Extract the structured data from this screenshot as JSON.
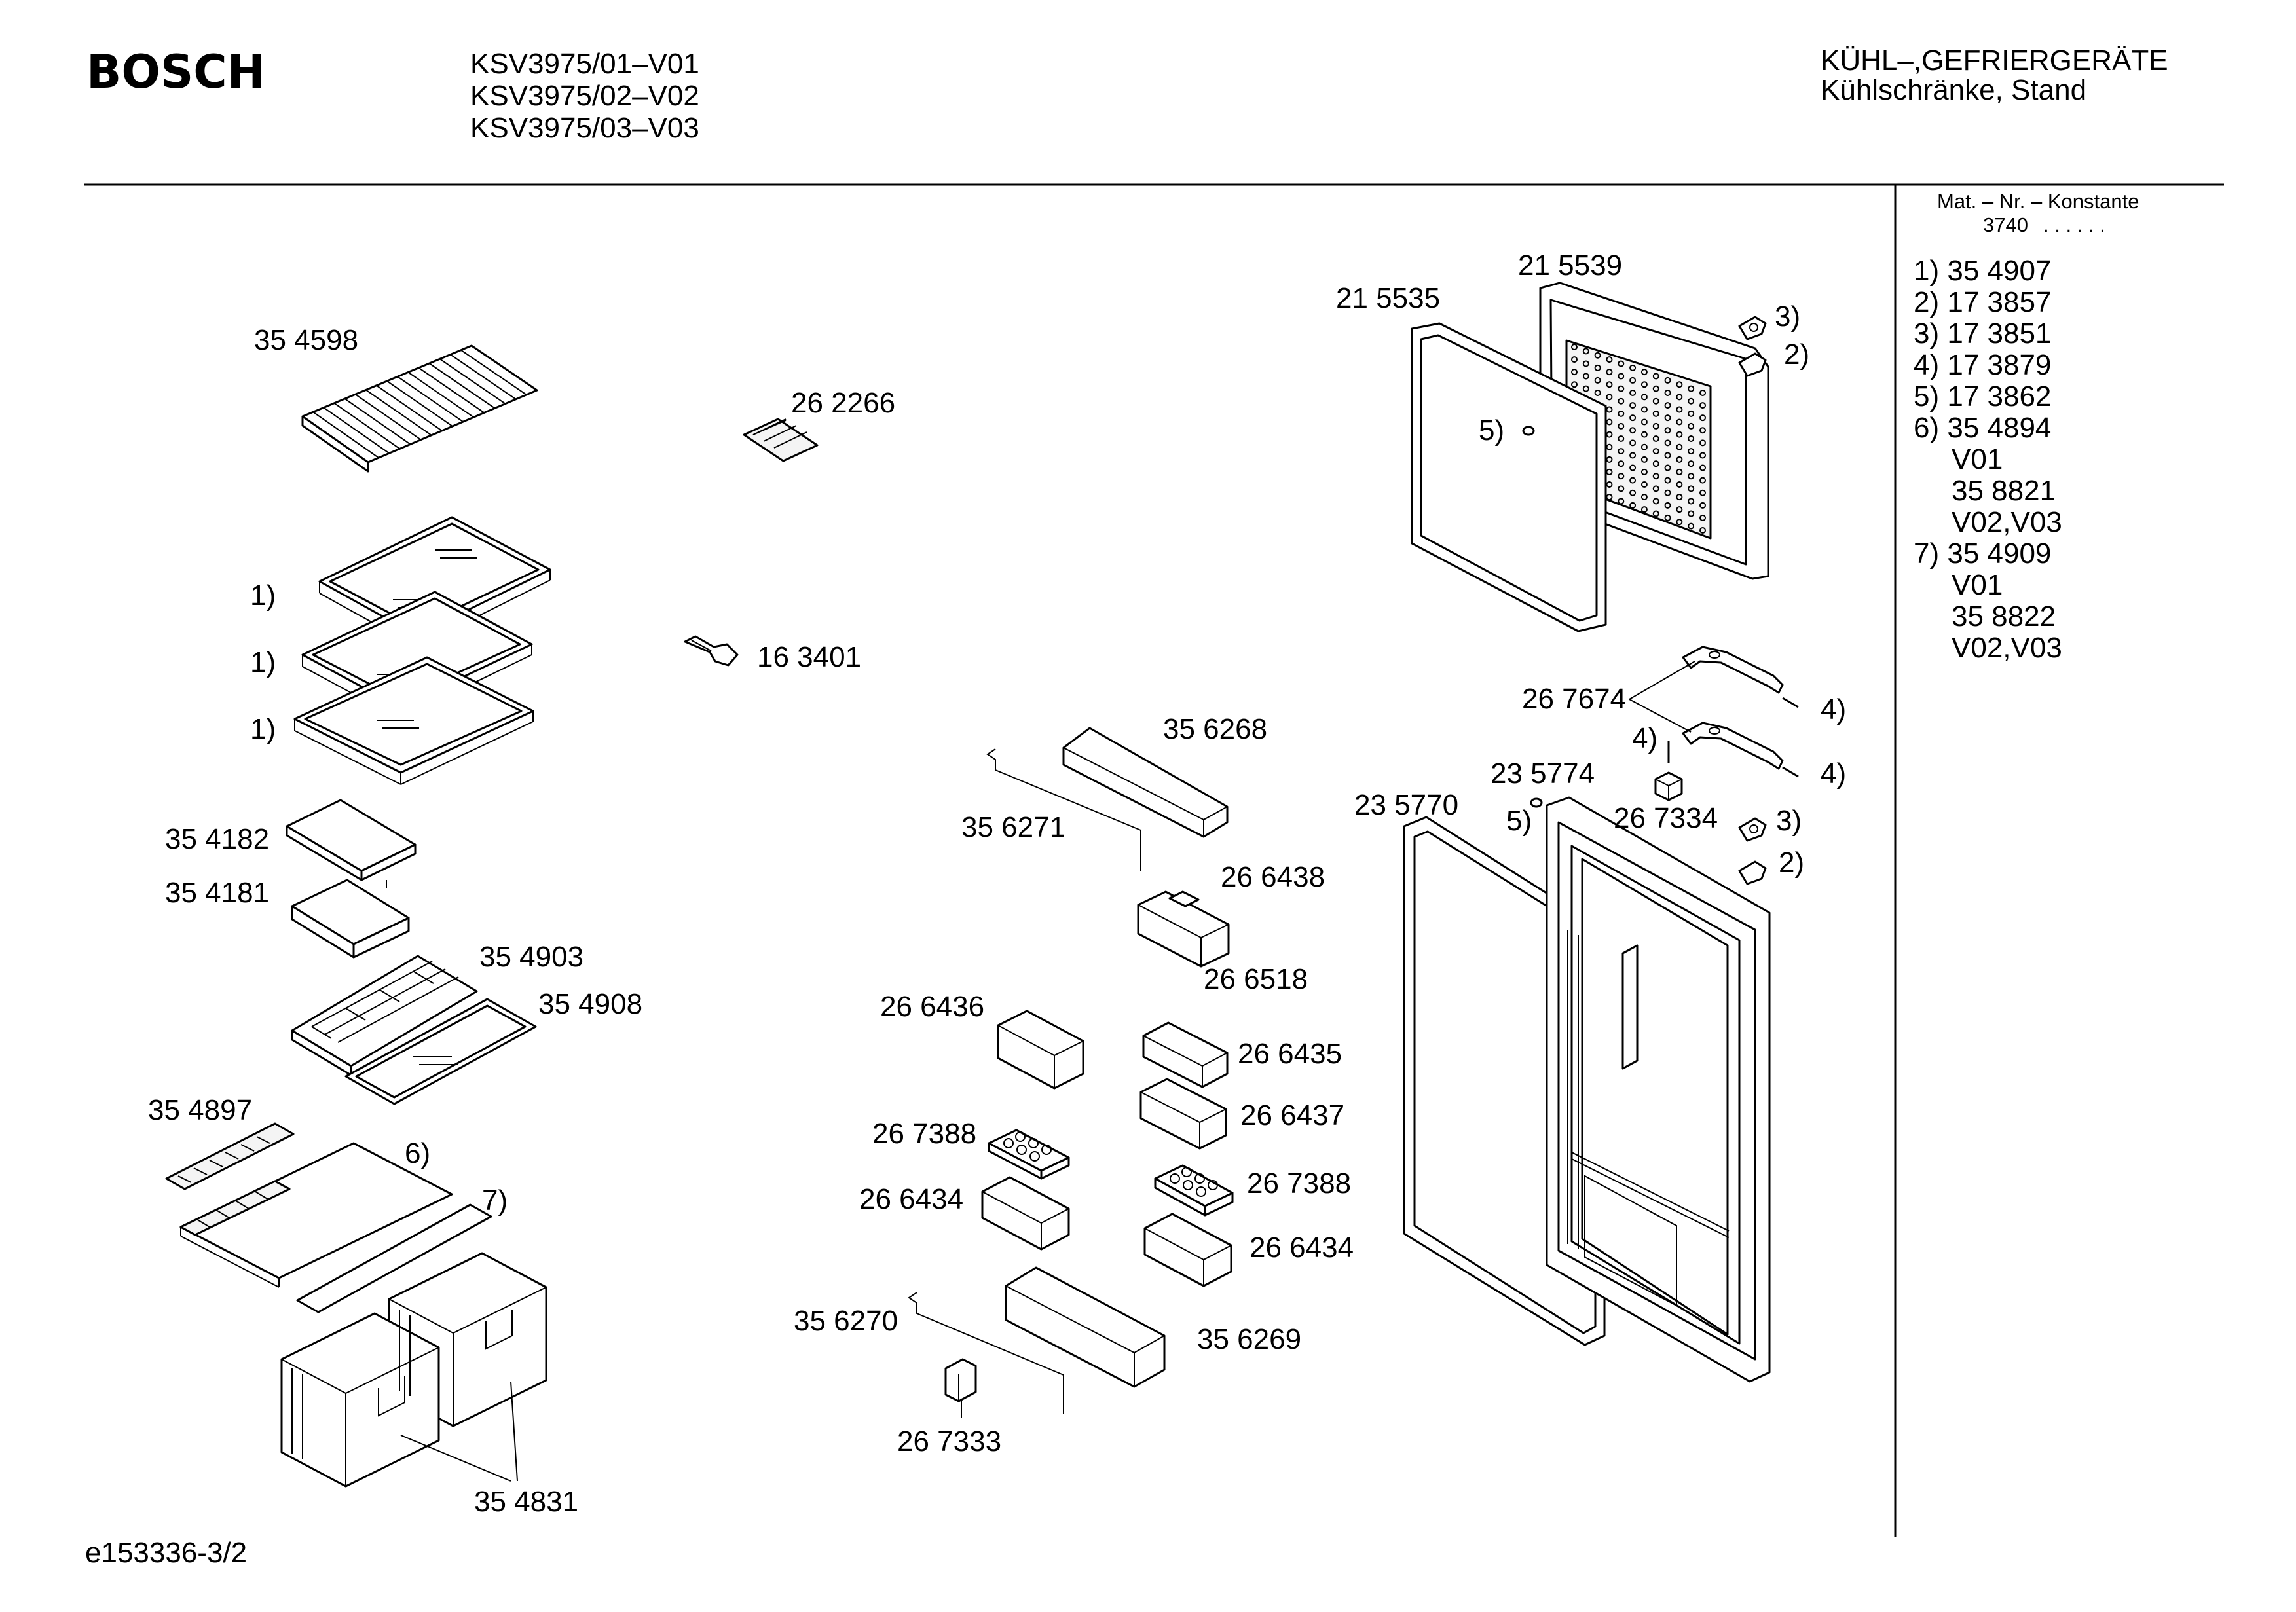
{
  "header": {
    "brand": "BOSCH",
    "models": [
      "KSV3975/01–V01",
      "KSV3975/02–V02",
      "KSV3975/03–V03"
    ],
    "category": "KÜHL–,GEFRIERGERÄTE",
    "subcategory": "Kühlschränke, Stand"
  },
  "legend": {
    "mat_title": "Mat. – Nr. – Konstante",
    "mat_value": "3740",
    "entries": [
      "1) 35 4907",
      "2) 17 3857",
      "3) 17 3851",
      "4) 17 3879",
      "5) 17 3862",
      "6) 35 4894",
      "V01",
      "35 8821",
      "V02,V03",
      "7) 35 4909",
      "V01",
      "35 8822",
      "V02,V03"
    ]
  },
  "labels": {
    "p354598": "35 4598",
    "p262266": "26 2266",
    "ref1a": "1)",
    "ref1b": "1)",
    "ref1c": "1)",
    "p163401": "16 3401",
    "p354182": "35 4182",
    "p354181": "35 4181",
    "p354903": "35 4903",
    "p354908": "35 4908",
    "p354897": "35 4897",
    "ref6": "6)",
    "ref7": "7)",
    "p354831": "35 4831",
    "p356268": "35 6268",
    "p356271": "35 6271",
    "p266438": "26 6438",
    "p266518": "26 6518",
    "p266436": "26 6436",
    "p266435": "26 6435",
    "p266437": "26 6437",
    "p267388a": "26 7388",
    "p267388b": "26 7388",
    "p266434a": "26 6434",
    "p266434b": "26 6434",
    "p356270": "35 6270",
    "p356269": "35 6269",
    "p267333": "26 7333",
    "p215539": "21 5539",
    "p215535": "21 5535",
    "ref3a": "3)",
    "ref2a": "2)",
    "ref5a": "5)",
    "p267674": "26 7674",
    "ref4a": "4)",
    "ref4b": "4)",
    "ref4c": "4)",
    "p235774": "23 5774",
    "p235770": "23 5770",
    "ref5b": "5)",
    "p267334": "26 7334",
    "ref3b": "3)",
    "ref2b": "2)"
  },
  "footer": {
    "code": "e153336-3/2"
  }
}
